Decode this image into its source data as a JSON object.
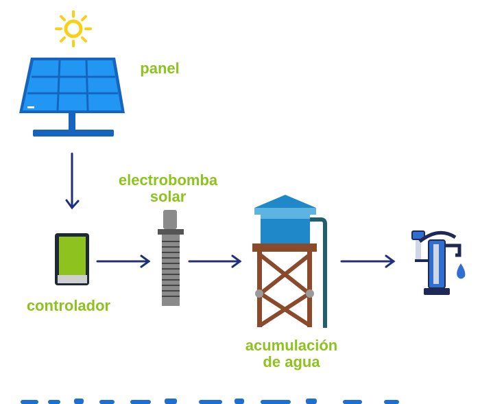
{
  "labels": {
    "panel": "panel",
    "controller": "controlador",
    "pump_line1": "electrobomba",
    "pump_line2": "solar",
    "storage_line1": "acumulación",
    "storage_line2": "de agua"
  },
  "colors": {
    "label_green": "#8dc21f",
    "arrow_navy": "#1f2f7a",
    "panel_blue": "#2196f3",
    "sun_yellow": "#f7d117",
    "tank_blue": "#1e88c8",
    "tower_brown": "#8b4a2b",
    "pipe_teal": "#1f5f6f",
    "controller_green": "#8dc21f",
    "pump_gray": "#8a8a8a",
    "tap_blue": "#2f6fd0"
  },
  "icons": [
    "sun-icon",
    "solar-panel-icon",
    "controller-icon",
    "pump-icon",
    "water-tower-icon",
    "water-tap-icon"
  ]
}
